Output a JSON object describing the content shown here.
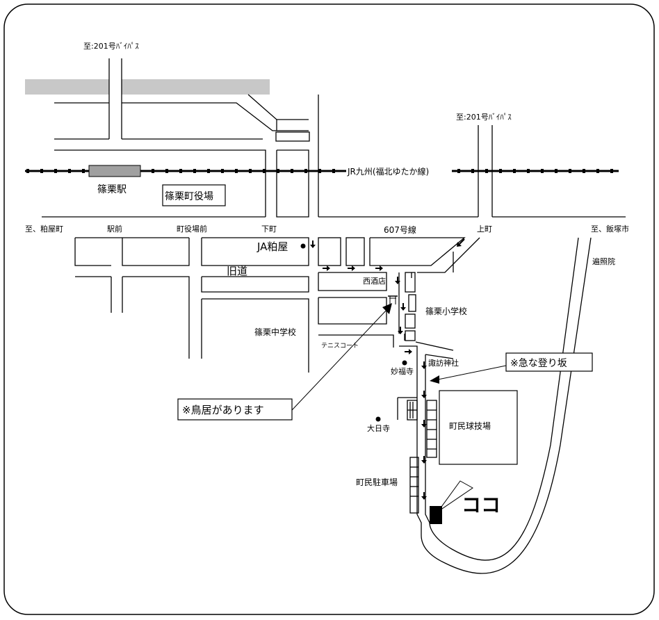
{
  "labels": {
    "bypass_north_left": "至:201号ﾊﾞｲﾊﾟｽ",
    "bypass_north_right": "至:201号ﾊﾞｲﾊﾟｽ",
    "railway": "JR九州(福北ゆたか線)",
    "station": "篠栗駅",
    "town_office": "篠栗町役場",
    "to_kasuya": "至、粕屋町",
    "ekimae": "駅前",
    "yakubamae": "町役場前",
    "shimomachi": "下町",
    "route607": "607号線",
    "kamimachi": "上町",
    "to_iizuka": "至、飯塚市",
    "ja": "JA粕屋",
    "old_road": "旧道",
    "henshoin": "遍照院",
    "nishi_saketen": "西酒店",
    "elementary": "篠栗小学校",
    "junior_high": "篠栗中学校",
    "tennis": "テニスコート",
    "myofukuji": "妙福寺",
    "suwa": "諏訪神社",
    "steep_slope": "※急な登り坂",
    "torii": "※鳥居があります",
    "dainichiji": "大日寺",
    "stadium": "町民球技場",
    "parking": "町民駐車場",
    "here": "ココ"
  },
  "colors": {
    "road_line": "#000000",
    "gray_band": "#c8c8c8",
    "station_box": "#a0a0a0",
    "background": "#ffffff"
  },
  "icons": {
    "direction": "arrow-icon",
    "temple": "dot-marker-icon",
    "destination": "black-square-marker-icon"
  }
}
